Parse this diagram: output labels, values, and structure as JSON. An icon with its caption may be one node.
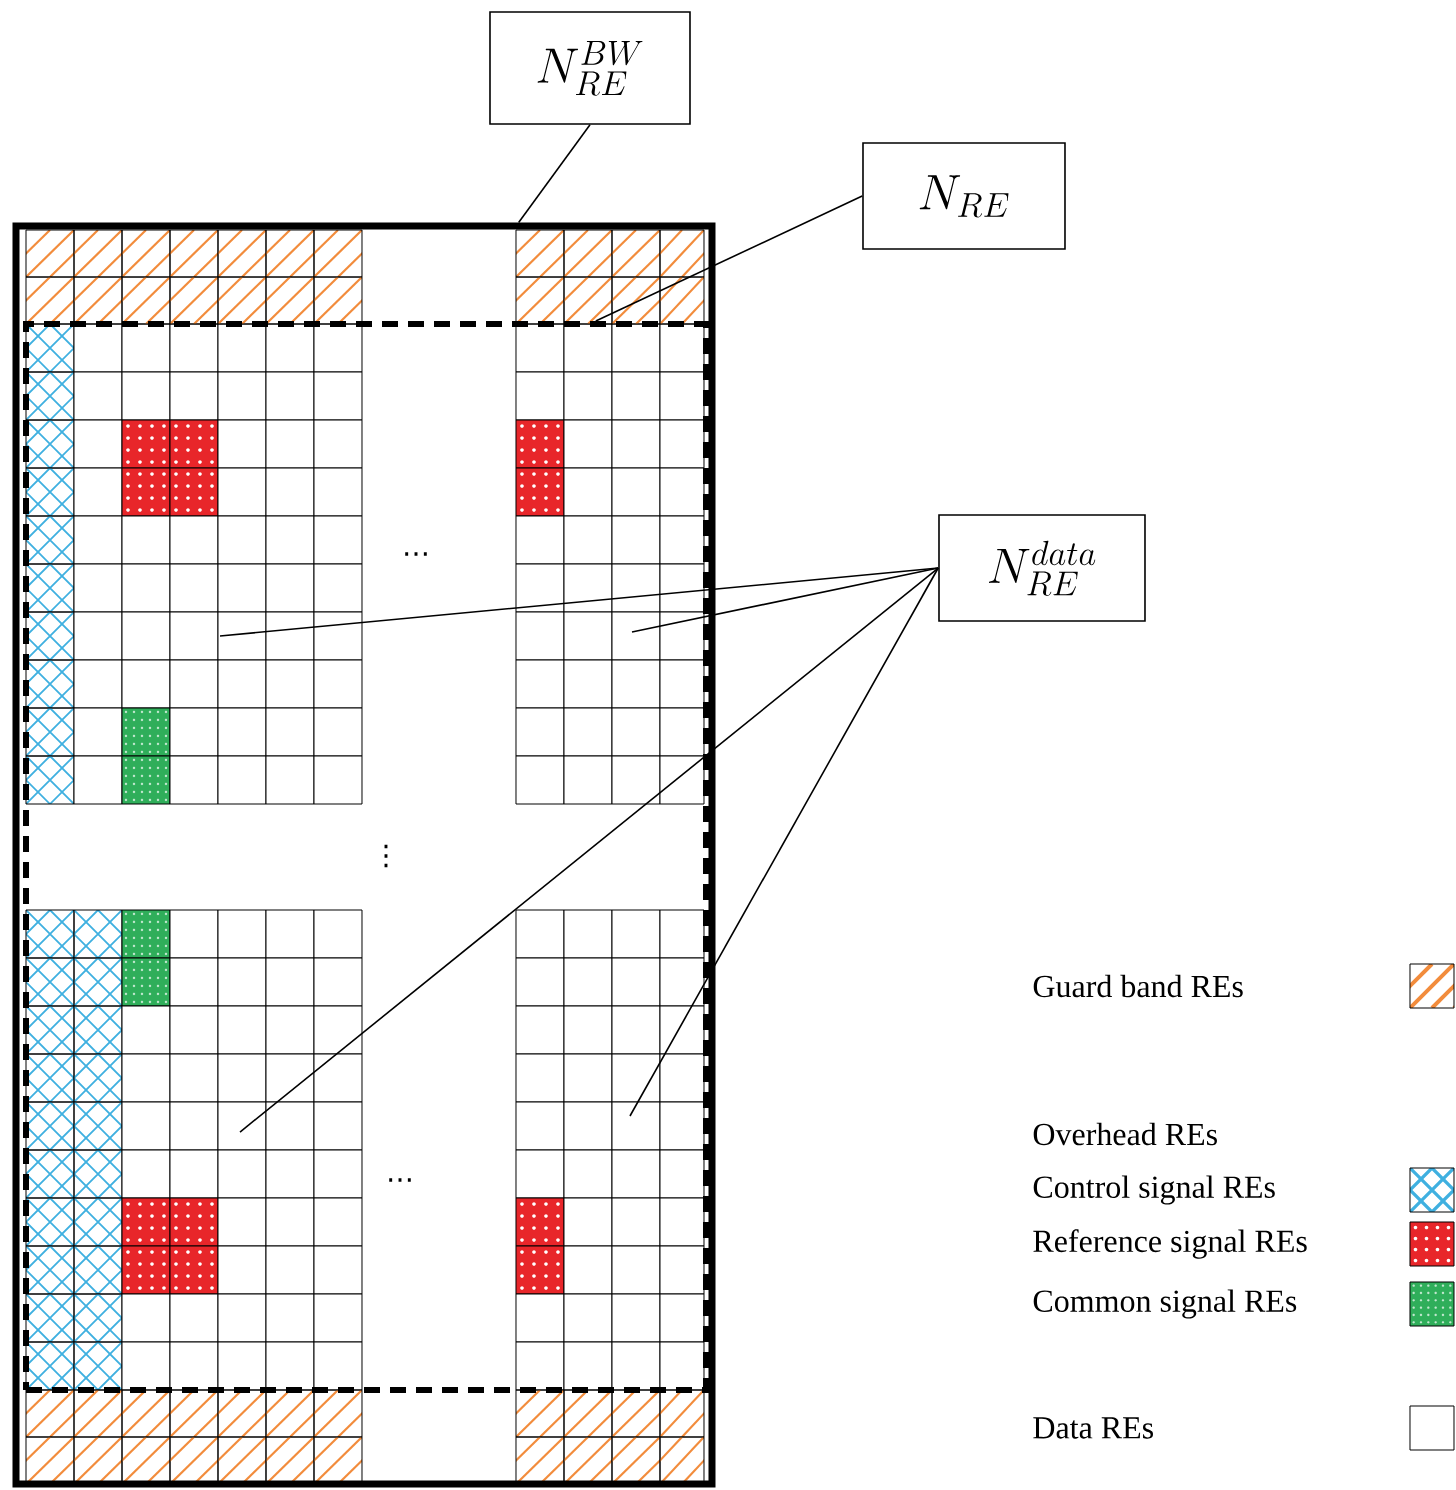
{
  "diagram": {
    "nodes": [
      {
        "text": [
          "N_{RE}^{BW}"
        ]
      },
      {
        "text": [
          "N_{RE}"
        ]
      },
      {
        "text": [
          "N_{RE}^{data}"
        ]
      },
      {
        "text": [],
        "shape": "box"
      },
      {
        "text": [],
        "shape": "box",
        "in": 3
      }
    ],
    "edges": [
      {
        "from": 0,
        "to": 3,
        "arrow": "none"
      },
      {
        "from": 1,
        "to": 4,
        "arrow": "none"
      },
      {
        "from": 2,
        "to": 4,
        "arrow": "none"
      },
      {
        "from": 2,
        "to": 4,
        "arrow": "none"
      },
      {
        "from": 2,
        "to": 4,
        "arrow": "none"
      },
      {
        "from": 2,
        "to": 4,
        "arrow": "none"
      }
    ],
    "labels": [
      "…",
      "⋮",
      "…",
      "Overhead REs"
    ],
    "legend": [
      {
        "text": "Guard band REs",
        "color": "#f28c3c"
      },
      {
        "text": "Control signal REs",
        "color": "#3fb0e0"
      },
      {
        "text": "Reference signal REs",
        "color": "#e8262a"
      },
      {
        "text": "Common signal REs",
        "color": "#2fae5a"
      },
      {
        "text": "Data REs"
      }
    ]
  }
}
